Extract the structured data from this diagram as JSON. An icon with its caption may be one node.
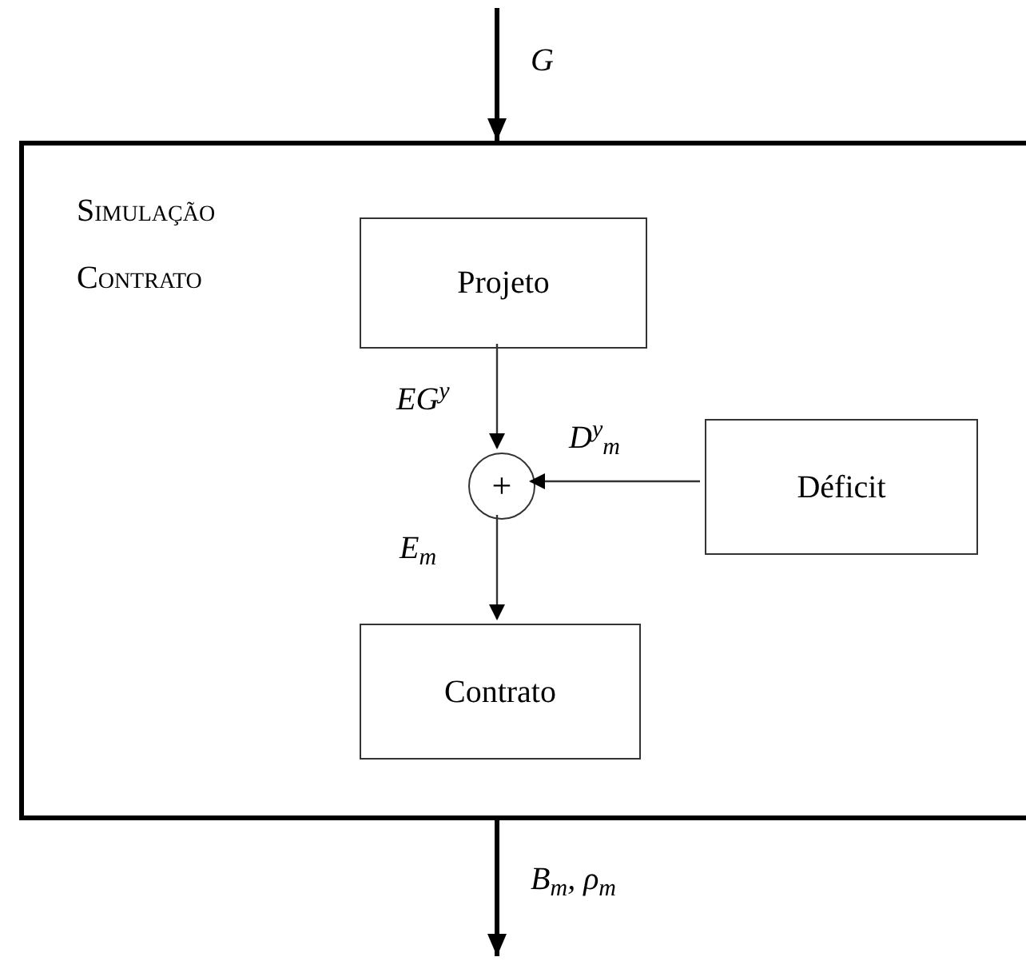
{
  "diagram": {
    "nodes": [
      {
        "text": [
          "Simulação Contrato"
        ]
      },
      {
        "text": [
          "Projeto"
        ],
        "in": 0
      },
      {
        "text": [
          "+"
        ],
        "in": 0
      },
      {
        "text": [
          "Déficit"
        ],
        "in": 0
      },
      {
        "text": [
          "Contrato"
        ],
        "in": 0
      }
    ],
    "edges": [
      {
        "from": null,
        "to": 0,
        "arrow": "to",
        "label": "G",
        "style": "thick"
      },
      {
        "from": 1,
        "to": 2,
        "arrow": "to",
        "label": "EG$^{y}$"
      },
      {
        "from": 3,
        "to": 2,
        "arrow": "to",
        "label": "D$^{y}$$_{m}$"
      },
      {
        "from": 2,
        "to": 4,
        "arrow": "to",
        "label": "E$_{m}$"
      },
      {
        "from": 0,
        "to": null,
        "arrow": "to",
        "label": "B$_{m}$, ρ$_{m}$",
        "style": "thick"
      }
    ]
  }
}
